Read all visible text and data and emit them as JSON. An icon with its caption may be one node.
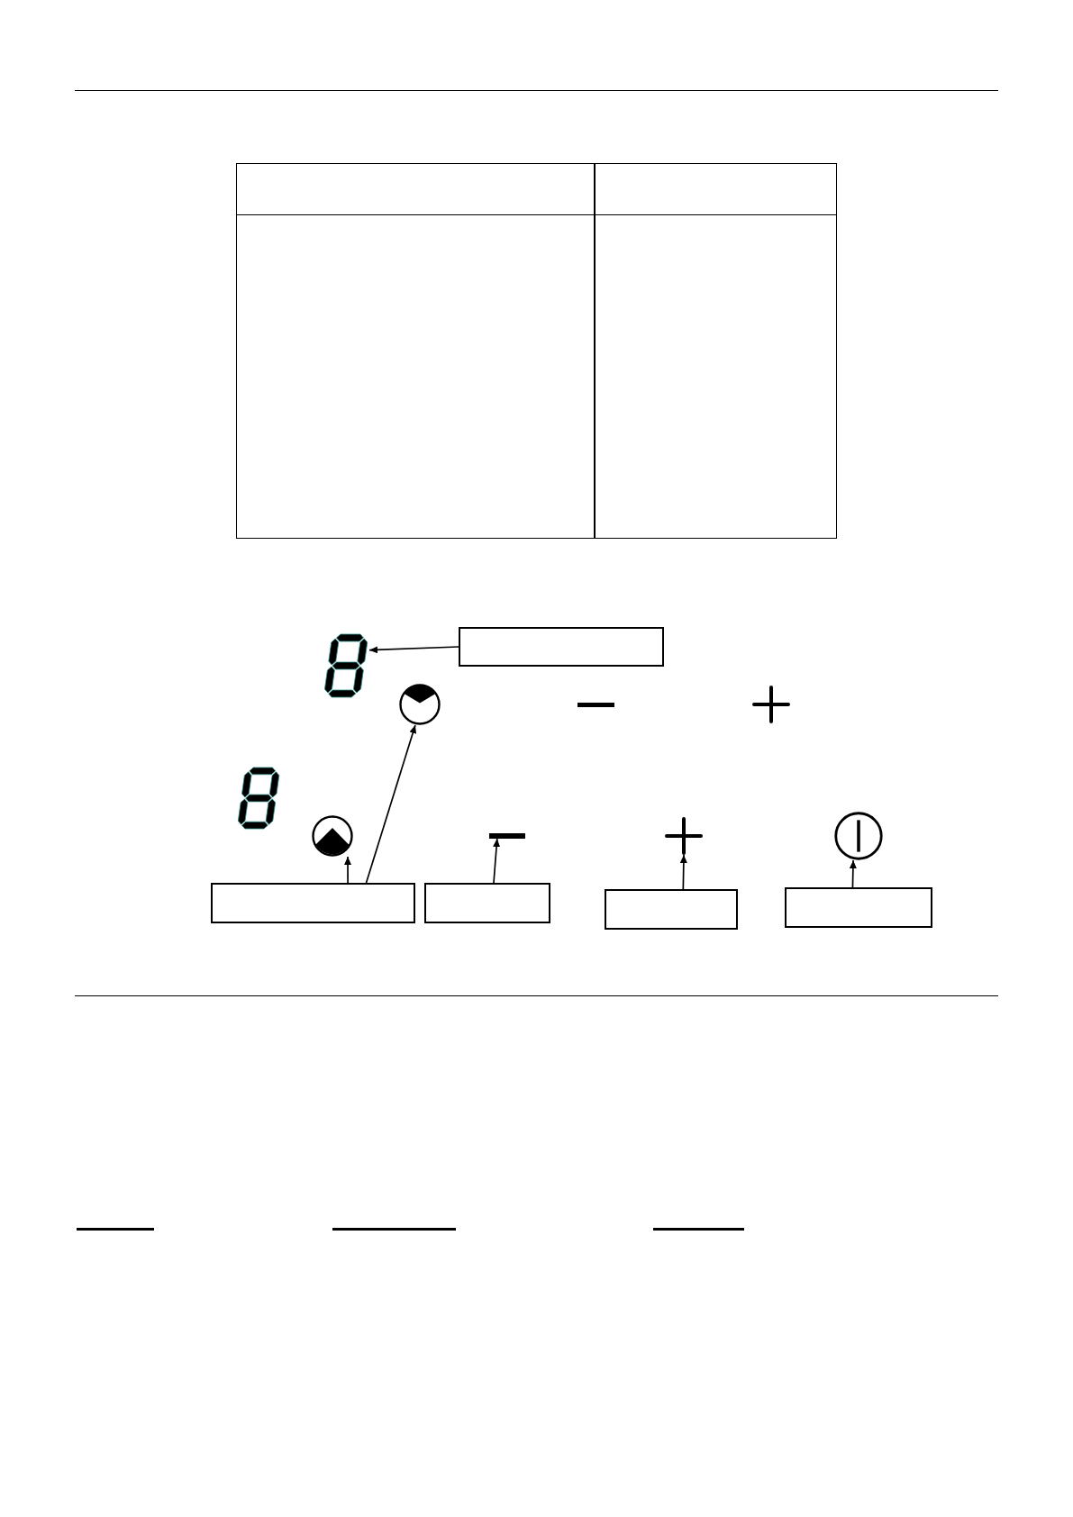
{
  "diagram": {
    "nodes": [
      {
        "text": [],
        "shape": "picture"
      },
      {
        "text": [],
        "shape": "box"
      },
      {
        "text": [],
        "shape": "circle"
      },
      {
        "text": [],
        "shape": "circle"
      },
      {
        "text": [],
        "shape": "bar"
      },
      {
        "text": [],
        "shape": "cross"
      },
      {
        "text": [],
        "shape": "circle"
      },
      {
        "text": [],
        "shape": "box"
      },
      {
        "text": [],
        "shape": "box"
      },
      {
        "text": [],
        "shape": "box"
      },
      {
        "text": [],
        "shape": "box"
      }
    ],
    "edges": [
      {
        "from": 1,
        "to": 0,
        "arrow": "to"
      },
      {
        "from": 7,
        "to": 3,
        "arrow": "to"
      },
      {
        "from": 7,
        "to": 2,
        "arrow": "to"
      },
      {
        "from": 8,
        "to": 4,
        "arrow": "to"
      },
      {
        "from": 9,
        "to": 5,
        "arrow": "to"
      },
      {
        "from": 10,
        "to": 6,
        "arrow": "to"
      }
    ]
  }
}
